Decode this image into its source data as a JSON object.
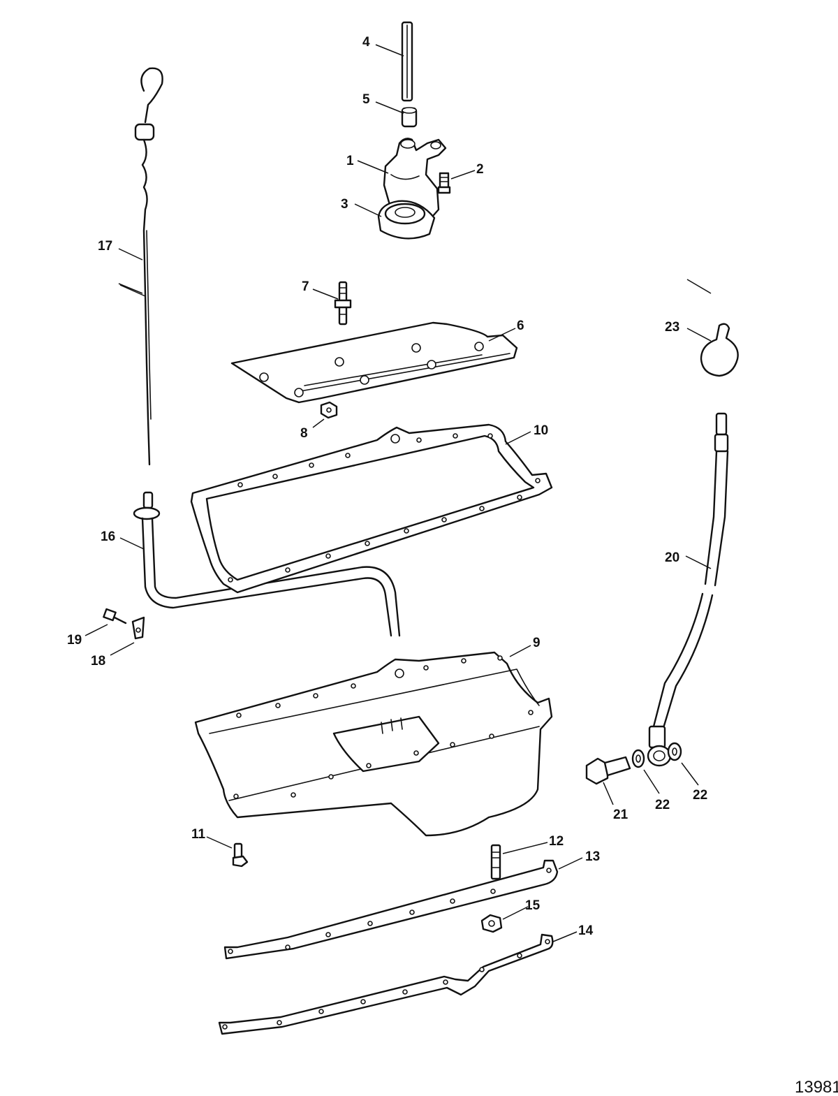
{
  "diagram": {
    "reference_number": "13981",
    "callouts": {
      "c1": "1",
      "c2": "2",
      "c3": "3",
      "c4": "4",
      "c5": "5",
      "c6": "6",
      "c7": "7",
      "c8": "8",
      "c9": "9",
      "c10": "10",
      "c11": "11",
      "c12": "12",
      "c13": "13",
      "c14": "14",
      "c15": "15",
      "c16": "16",
      "c17": "17",
      "c18": "18",
      "c19": "19",
      "c20": "20",
      "c21": "21",
      "c22a": "22",
      "c22b": "22",
      "c23": "23"
    }
  }
}
